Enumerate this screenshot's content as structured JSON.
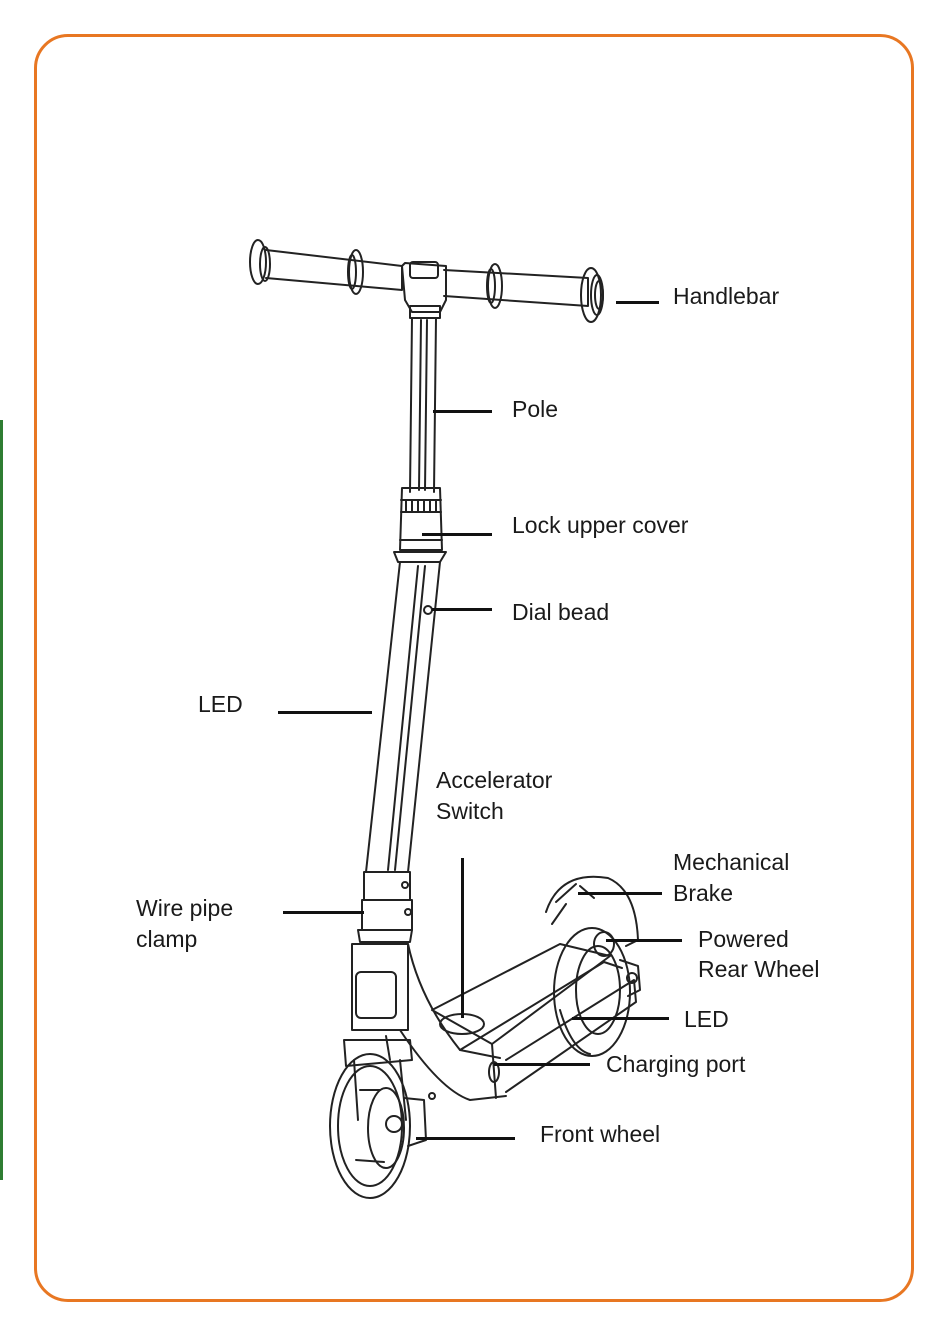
{
  "labels": {
    "handlebar": "Handlebar",
    "pole": "Pole",
    "lock_upper_cover": "Lock upper cover",
    "dial_bead": "Dial bead",
    "led_pole": "LED",
    "accelerator_line1": "Accelerator",
    "accelerator_line2": "Switch",
    "mechanical_line1": "Mechanical",
    "mechanical_line2": "Brake",
    "wire_line1": "Wire pipe",
    "wire_line2": "clamp",
    "powered_line1": "Powered",
    "powered_line2": "Rear Wheel",
    "led_deck": "LED",
    "charging_port": "Charging port",
    "front_wheel": "Front wheel"
  },
  "colors": {
    "frame_border": "#e87722",
    "edge_strip": "#2e7d32",
    "line_art": "#222222"
  },
  "icons": {
    "illustration": "kick-scooter-line-drawing"
  }
}
